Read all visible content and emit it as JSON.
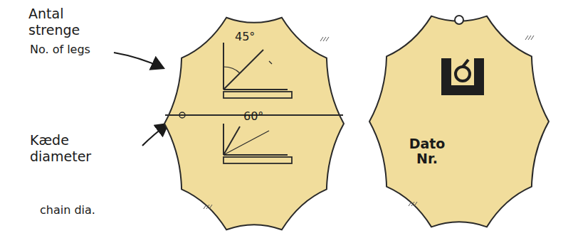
{
  "diagram": {
    "nodes": [
      {
        "text": [
          "45°",
          "60°"
        ]
      },
      {
        "text": [
          "Dato Nr."
        ]
      }
    ],
    "labels": [
      "Antal strenge",
      "No. of legs",
      "Kæde diameter",
      "chain dia."
    ]
  }
}
